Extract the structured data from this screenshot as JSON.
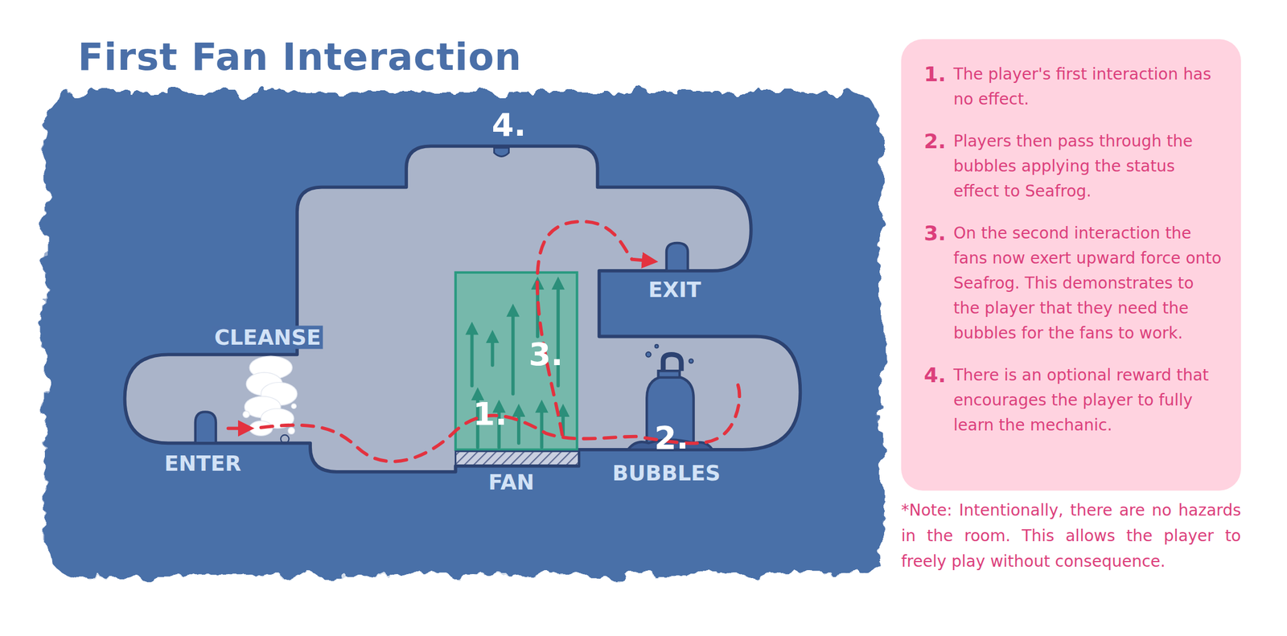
{
  "diagram": {
    "title": "First Fan Interaction",
    "nodes": [
      {
        "text": [
          "1.",
          "The player's first interaction has no effect.",
          "2.",
          "Players then pass through the bubbles applying the status effect to Seafrog.",
          "3.",
          "On the second interaction the fans now exert upward force onto Seafrog. This demonstrates to the player that they need the bubbles for the fans to work.",
          "4.",
          "There is an optional reward that encourages the player to fully learn the mechanic."
        ]
      }
    ],
    "labels": [
      "4.",
      "CLEANSE",
      "EXIT",
      "3.",
      "1.",
      "2.",
      "ENTER",
      "FAN",
      "BUBBLES",
      "*Note: Intentionally, there are no hazards in the room. This allows the player to freely play without consequence."
    ]
  }
}
